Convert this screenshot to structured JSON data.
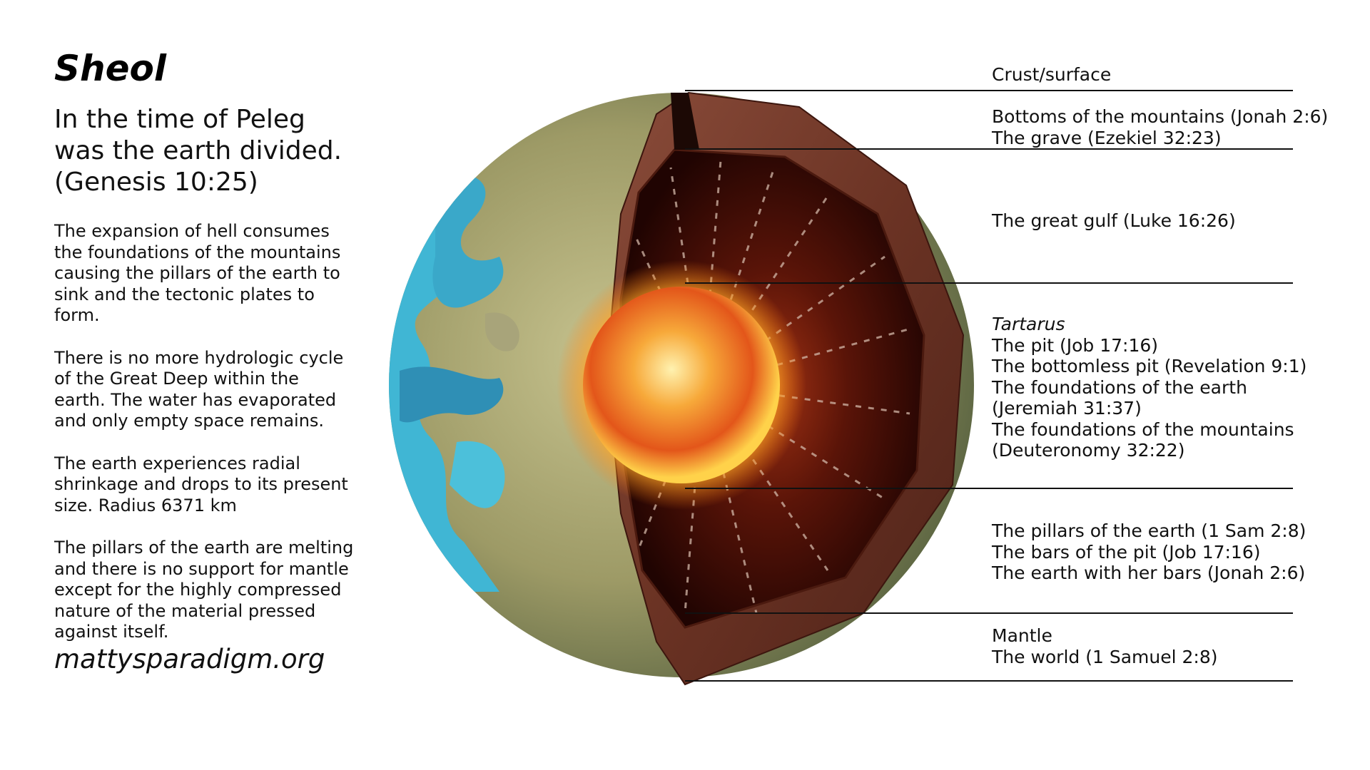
{
  "title": "Sheol",
  "subtitle_lines": [
    "In the time of Peleg",
    "was the earth divided.",
    "(Genesis 10:25)"
  ],
  "paragraphs": [
    [
      "The expansion of hell consumes",
      "the foundations of the mountains",
      "causing the pillars of the earth to",
      "sink and the tectonic plates to",
      "form."
    ],
    [
      "There is no more hydrologic cycle",
      "of the Great Deep within the",
      "earth. The water has evaporated",
      "and only empty space remains."
    ],
    [
      "The earth experiences radial",
      "shrinkage and drops to its present",
      "size. Radius 6371 km"
    ],
    [
      "The pillars of the earth are melting",
      "and there is no support for mantle",
      "except for the highly compressed",
      "nature of the material pressed",
      "against itself."
    ]
  ],
  "website": "mattysparadigm.org",
  "layers": {
    "crust": [
      "Crust/surface"
    ],
    "mountains": [
      "Bottoms of the mountains (Jonah 2:6)",
      "The grave (Ezekiel 32:23)"
    ],
    "gulf": [
      "The great gulf (Luke 16:26)"
    ],
    "tartarus_heading": "Tartarus",
    "tartarus": [
      "The pit (Job 17:16)",
      "The bottomless pit (Revelation 9:1)",
      "The foundations of the earth",
      "(Jeremiah 31:37)",
      "The foundations of the mountains",
      "(Deuteronomy 32:22)"
    ],
    "pillars": [
      "The pillars of the earth (1 Sam 2:8)",
      "The bars of the pit (Job 17:16)",
      "The earth with her bars (Jonah 2:6)"
    ],
    "mantle": [
      "Mantle",
      "The world (1 Samuel 2:8)"
    ]
  },
  "colors": {
    "ocean": "#3fb7d6",
    "land": "#9a9a6a",
    "shell": "#6e3526",
    "cavity": "#2a0603",
    "core": "#f58a1e",
    "line": "#111111"
  }
}
